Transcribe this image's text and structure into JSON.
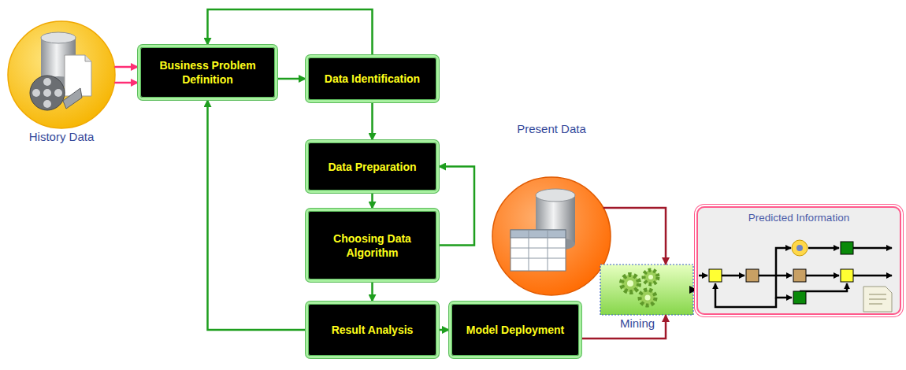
{
  "diagram": {
    "nodes": [
      {
        "text": [
          "History Data"
        ]
      },
      {
        "text": [
          "Business Problem Definition"
        ]
      },
      {
        "text": [
          "Data Identification"
        ]
      },
      {
        "text": [
          "Data Preparation"
        ]
      },
      {
        "text": [
          "Choosing Data Algorithm"
        ]
      },
      {
        "text": [
          "Result Analysis"
        ]
      },
      {
        "text": [
          "Model Deployment"
        ]
      },
      {
        "text": [
          "Present Data"
        ]
      },
      {
        "text": [
          "Mining"
        ]
      },
      {
        "text": [
          "Predicted Information"
        ]
      }
    ],
    "edges": [
      {
        "from": 0,
        "to": 1,
        "arrow": "to"
      },
      {
        "from": 0,
        "to": 1,
        "arrow": "to"
      },
      {
        "from": 1,
        "to": 2,
        "arrow": "to"
      },
      {
        "from": 2,
        "to": 1,
        "arrow": "to"
      },
      {
        "from": 2,
        "to": 3,
        "arrow": "to"
      },
      {
        "from": 3,
        "to": 4,
        "arrow": "to"
      },
      {
        "from": 4,
        "to": 3,
        "arrow": "to"
      },
      {
        "from": 4,
        "to": 5,
        "arrow": "to"
      },
      {
        "from": 5,
        "to": 1,
        "arrow": "to"
      },
      {
        "from": 5,
        "to": 6,
        "arrow": "to"
      },
      {
        "from": 6,
        "to": 8,
        "arrow": "to"
      },
      {
        "from": 7,
        "to": 8,
        "arrow": "to"
      },
      {
        "from": 8,
        "to": 9,
        "arrow": "to"
      }
    ]
  }
}
